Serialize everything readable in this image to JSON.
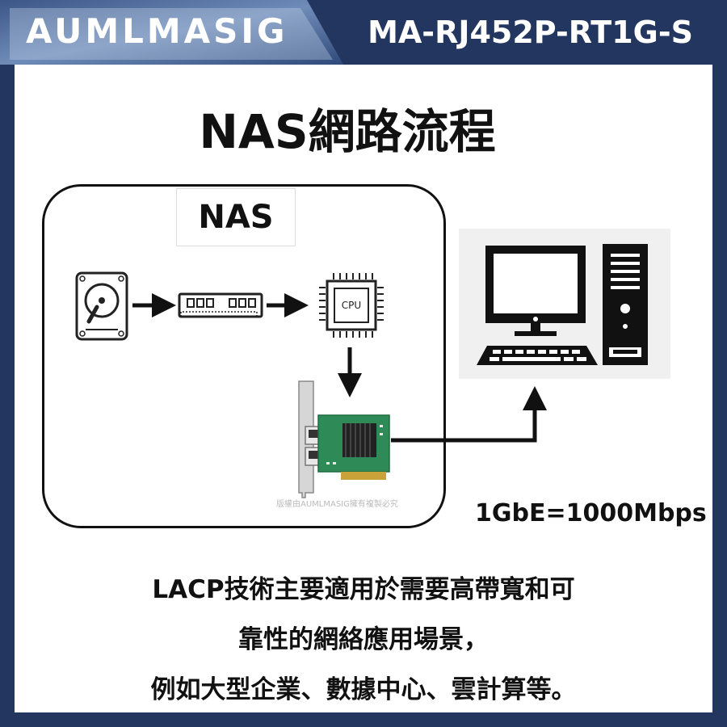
{
  "header": {
    "brand": "AUMLMASIG",
    "model": "MA-RJ452P-RT1G-S"
  },
  "title": "NAS網路流程",
  "diagram": {
    "nas_label": "NAS",
    "cpu_label": "CPU",
    "speed_label": "1GbE=1000Mbps",
    "watermark": "版權由AUMLMASIG擁有複製必究",
    "icons": [
      "hard-drive-icon",
      "ram-module-icon",
      "cpu-chip-icon",
      "network-card-icon",
      "desktop-computer-icon"
    ]
  },
  "description": {
    "line1": "LACP技術主要適用於需要高帶寬和可",
    "line2": "靠性的網絡應用場景，",
    "line3": "例如大型企業、數據中心、雲計算等。"
  },
  "colors": {
    "frame": "#233660",
    "panel": "#ffffff",
    "ink": "#111111",
    "pcb": "#2e8b57"
  }
}
